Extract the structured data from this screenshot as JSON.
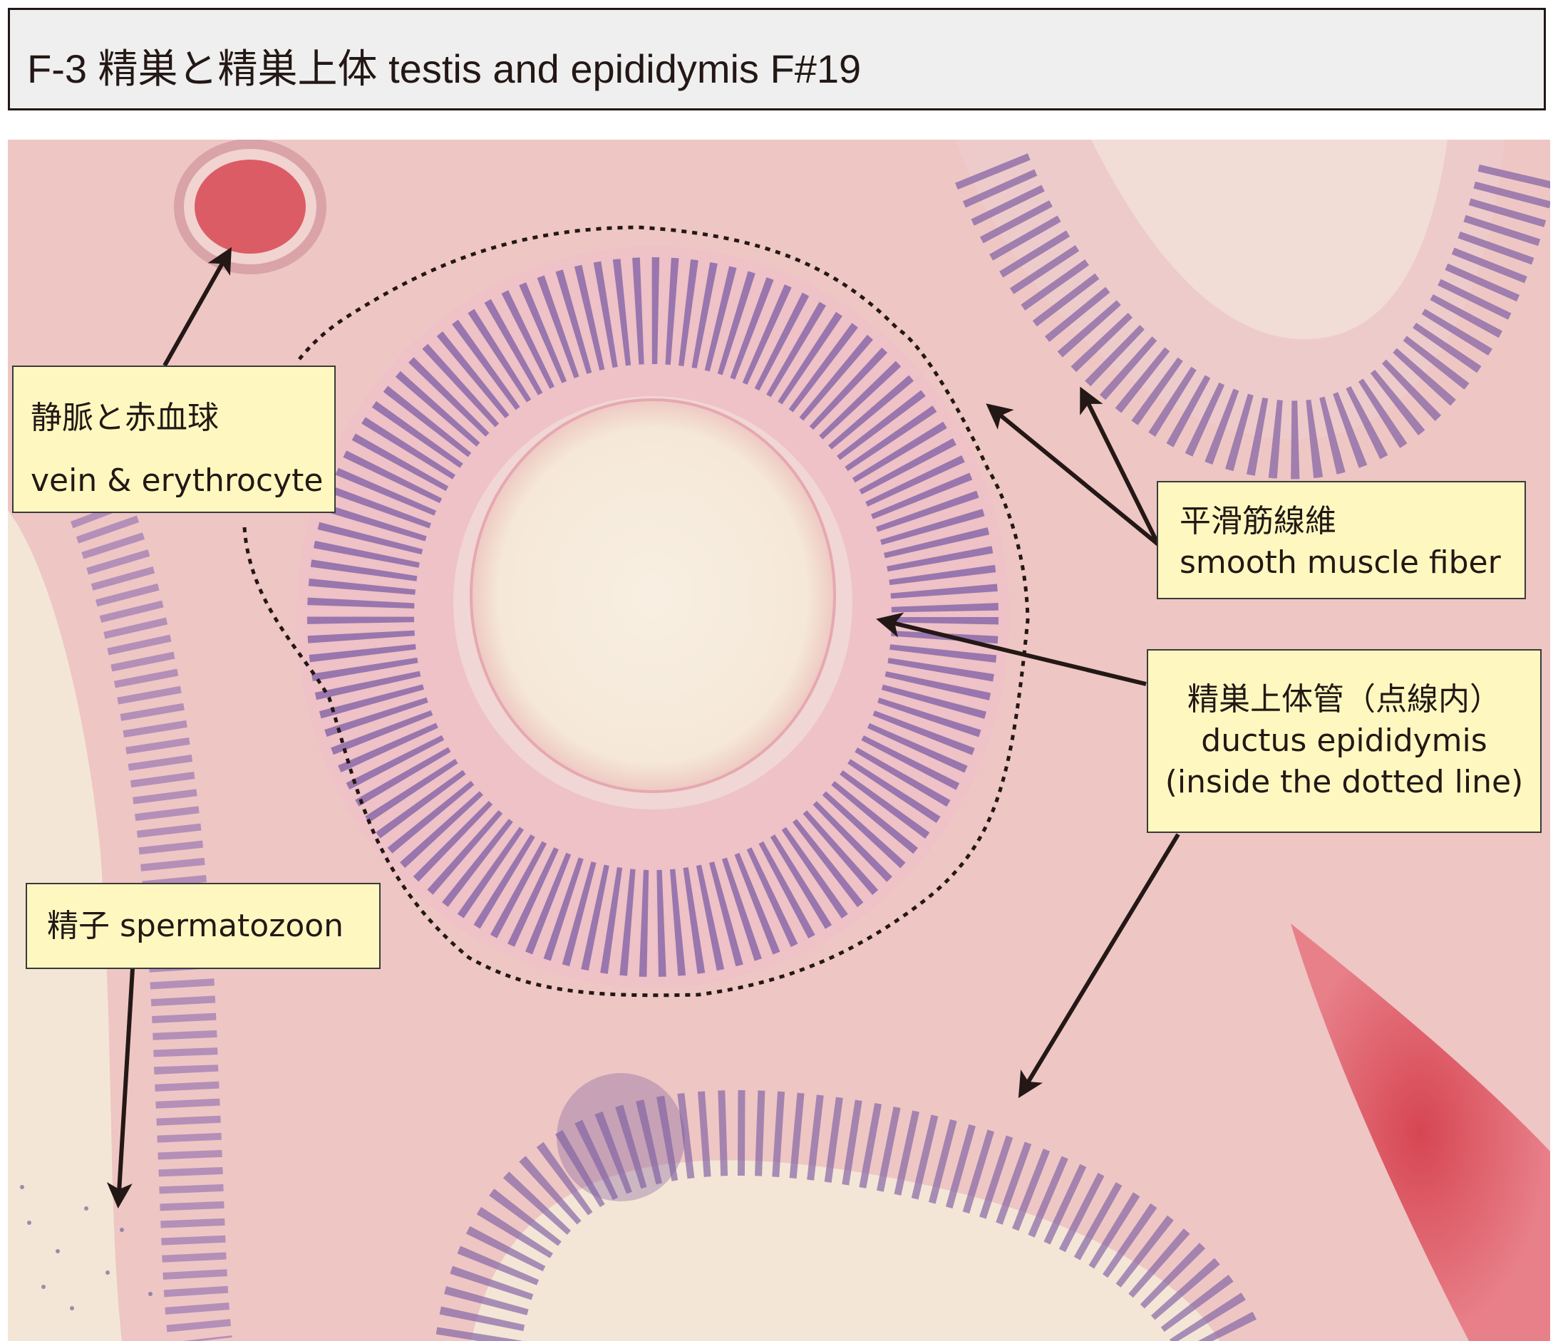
{
  "title": "F-3 精巣と精巣上体 testis and epididymis F#19",
  "labels": {
    "vein": {
      "ja": "静脈と赤血球",
      "en": "vein & erythrocyte"
    },
    "smooth_muscle": {
      "ja": "平滑筋線維",
      "en": "smooth muscle fiber"
    },
    "ductus": {
      "ja": "精巣上体管（点線内）",
      "en": "ductus epididymis",
      "note": "(inside the dotted line)"
    },
    "sperm": {
      "text": "精子 spermatozoon"
    }
  },
  "colors": {
    "tissue_pink": "#eec6c4",
    "lumen_cream": "#f5ead9",
    "nuclei_purple": "#8a6aa8",
    "blood_red": "#d9545e",
    "label_bg": "#fef8c0",
    "arrow": "#231815"
  }
}
